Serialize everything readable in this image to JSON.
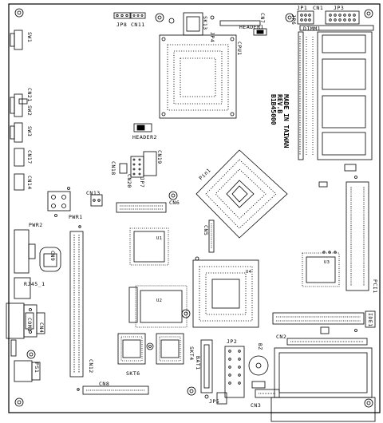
{
  "labels": {
    "jp8": "JP8",
    "cn11": "CN11",
    "sk13": "SK13",
    "jp4": "JP4",
    "cn7": "CN7",
    "jp6": "JP6",
    "jp1": "JP1",
    "cn1": "CN1",
    "jp3": "JP3",
    "header1": "HEADER1",
    "dimm1": "DIMM1",
    "cpu1": "CPU1",
    "sw1": "SW1",
    "cn21": "CN21",
    "sw2": "SW2",
    "sw3": "SW3",
    "cn17": "CN17",
    "cn14": "CN14",
    "header2": "HEADER2",
    "cn19": "CN19",
    "cn18": "CN18",
    "cn20": "CN20",
    "jp7": "JP7",
    "cn13": "CN13",
    "cn6": "CN6",
    "pin1": "Pin1",
    "pwr1": "PWR1",
    "pwr2": "PWR2",
    "cn5": "CN5",
    "cn9": "CN9",
    "rj45": "RJ45_1",
    "cn4": "CN4",
    "com1": "COM1",
    "u1": "U1",
    "u2": "U2",
    "u3": "U3",
    "u4": "U4",
    "ps1": "PS1",
    "cn12": "CN12",
    "skt6": "SKT6",
    "skt4": "SKT4",
    "bat1": "BAT1",
    "cn2": "CN2",
    "pci1": "PCI1",
    "ide1": "IDE1",
    "jp2": "JP2",
    "jp5": "JP5",
    "bz": "BZ",
    "cn3": "CN3",
    "cn8": "CN8",
    "board_line1": "B1B45000",
    "board_line2": "REV.B",
    "board_line3": "MADE IN TAIWAN"
  }
}
